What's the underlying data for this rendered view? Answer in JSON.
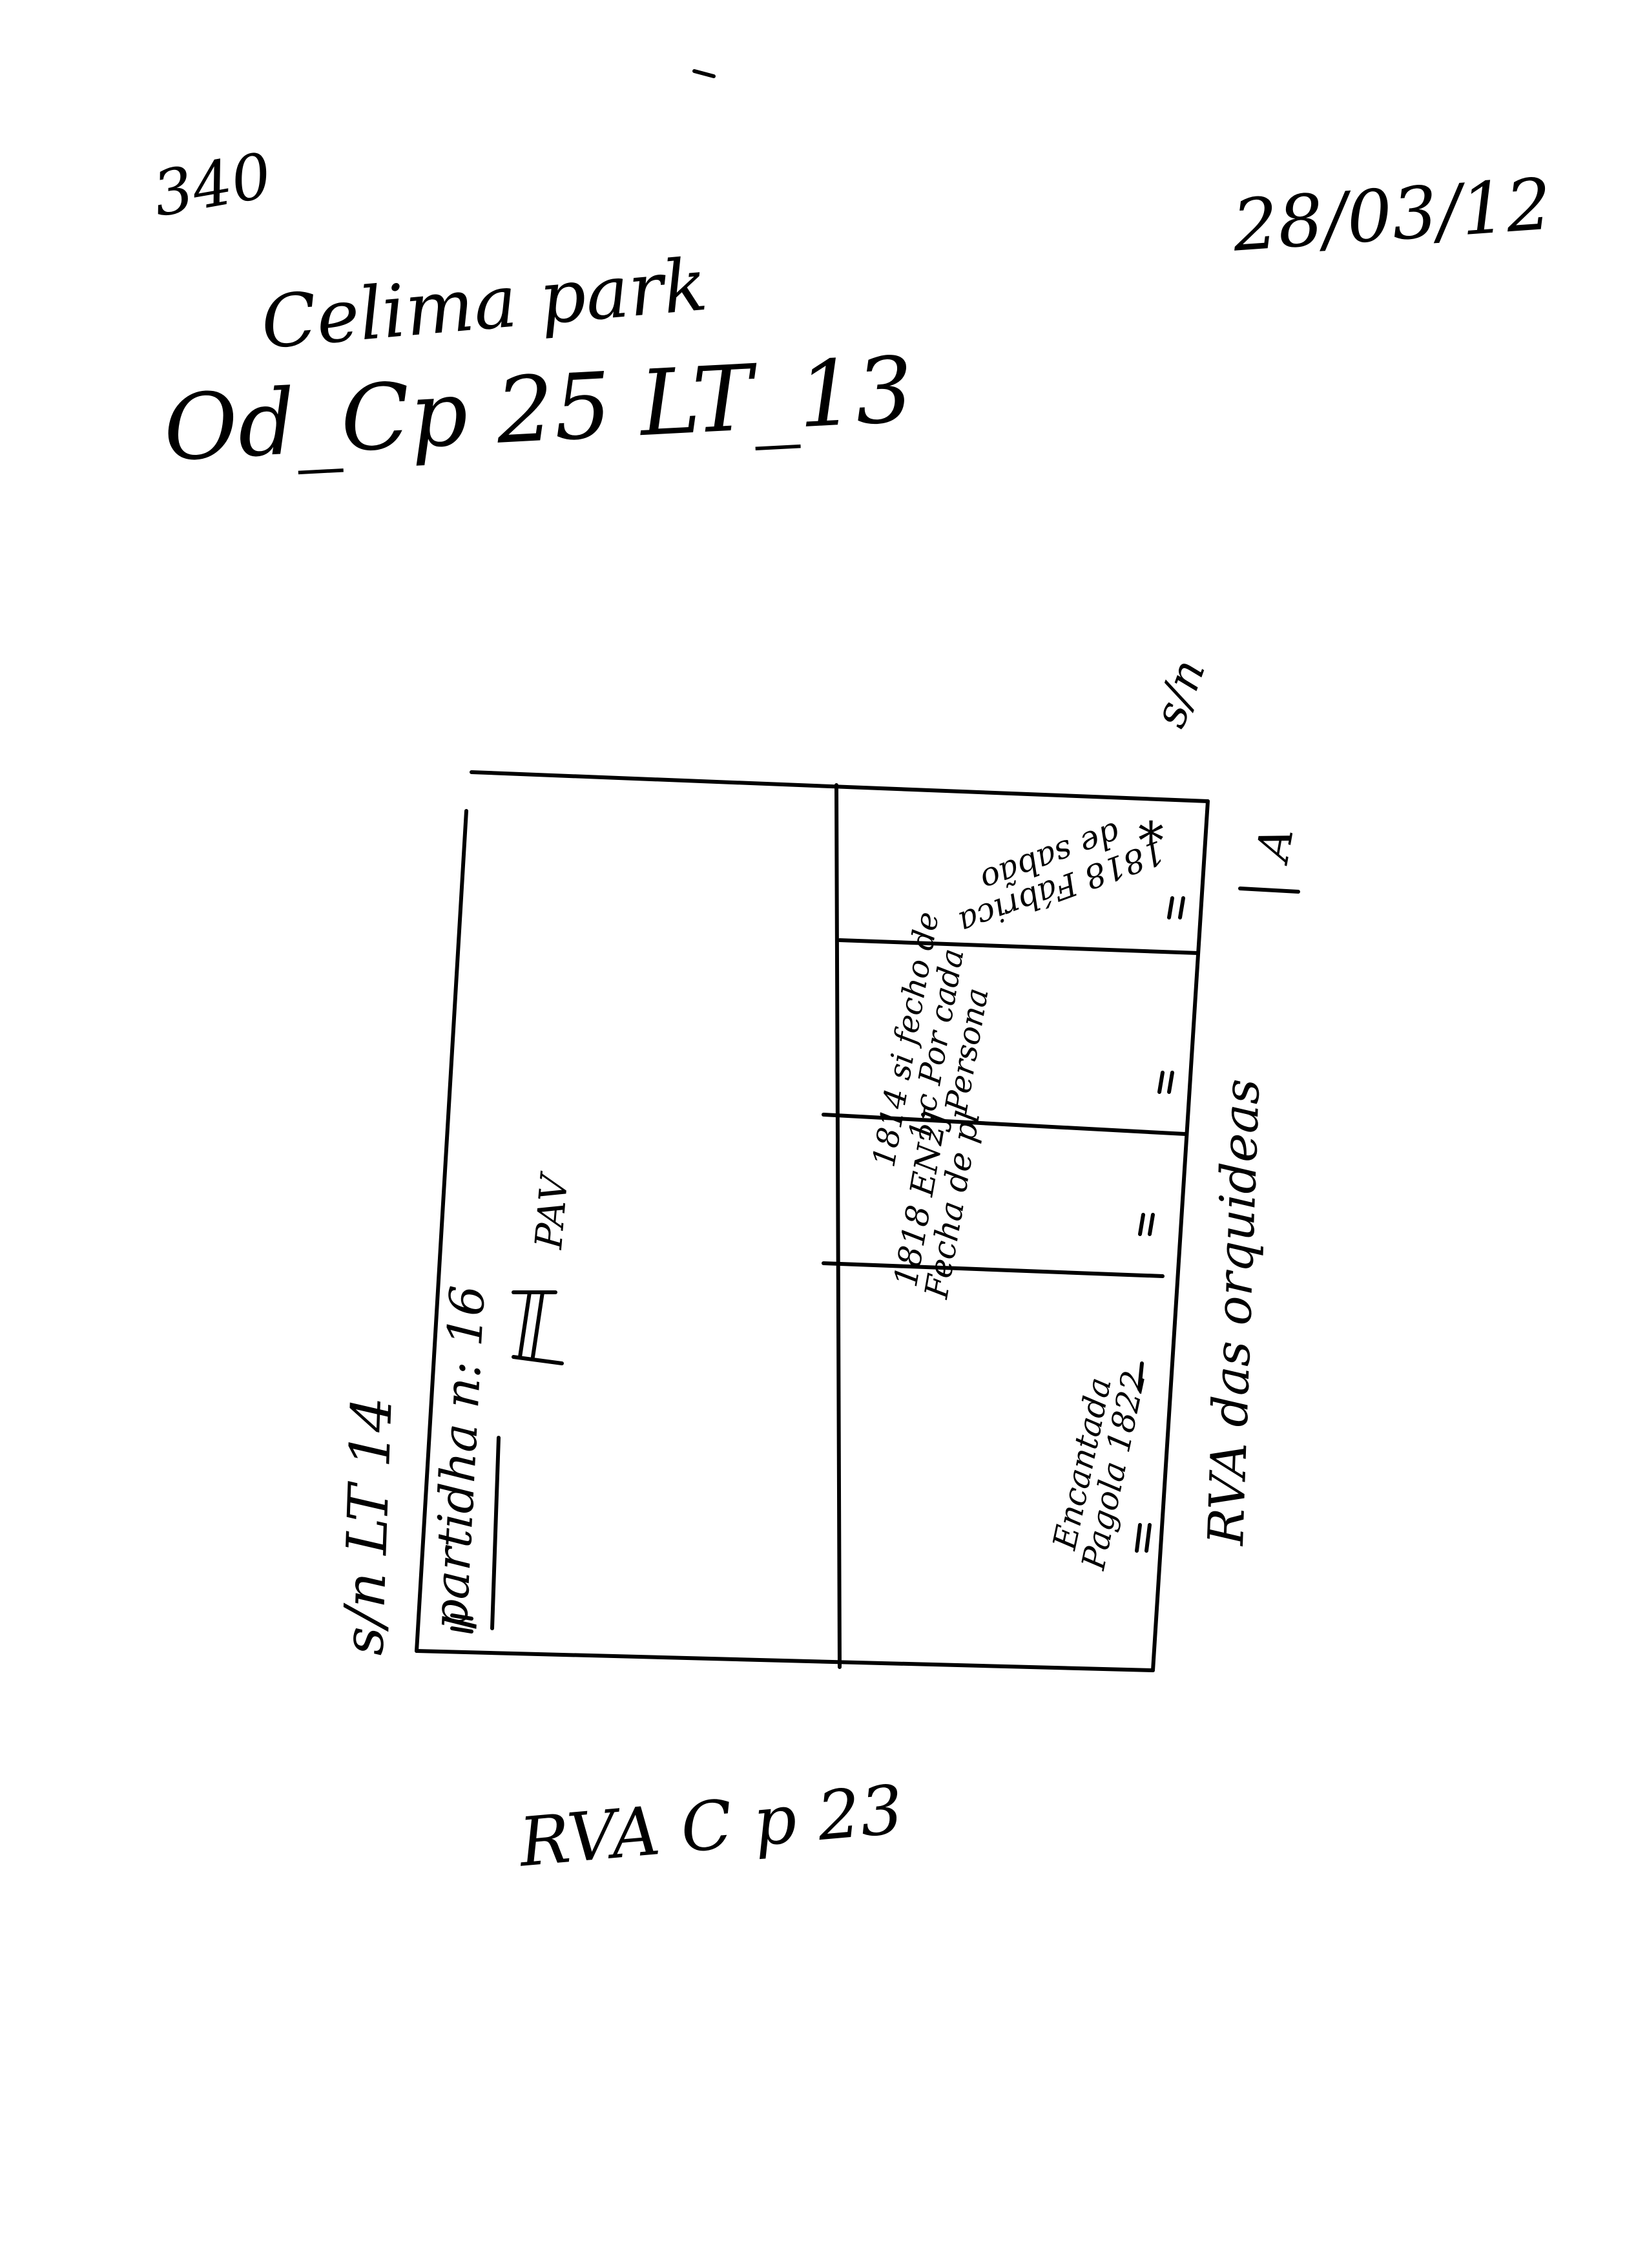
{
  "header": {
    "page_number": "340",
    "date": "28/03/12",
    "title_line1": "Celima park",
    "title_line2": "Od_Cp 25 LT_13"
  },
  "sketch": {
    "corner_label": "s/n",
    "left_neighbor": "s/n LT 14",
    "left_note": "partidha n: 16",
    "center_note": "PAV",
    "floor_mark": "II",
    "right_street": "RVA das orquideas",
    "bottom_street": "RVA C p 23",
    "right_mark": "A",
    "star_mark": "*",
    "room1_text": "1818 Fábrica de sabão",
    "room2_text": "1814 si fecho de 1:c Por cada Persona",
    "room3_text": "1818 EN2J Fecha de pl",
    "room4_text": "Encantada Pagola 1822"
  }
}
